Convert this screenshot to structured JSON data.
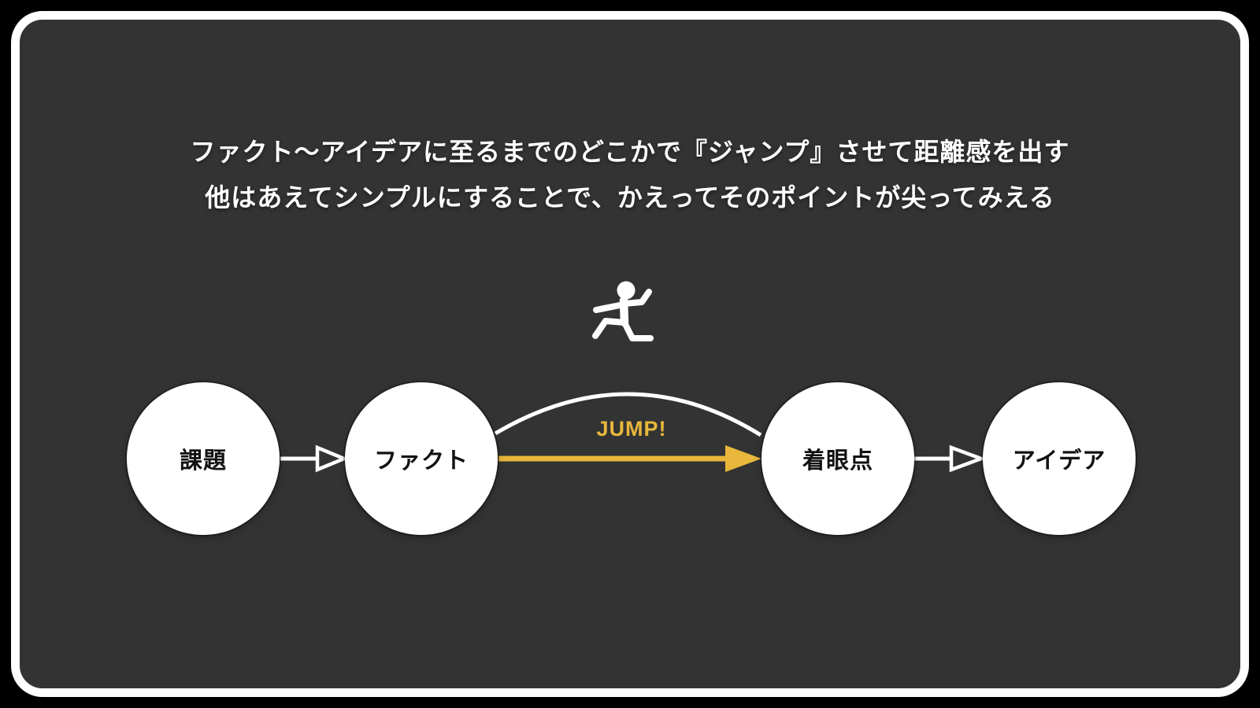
{
  "title": {
    "line1": "ファクト〜アイデアに至るまでのどこかで『ジャンプ』させて距離感を出す",
    "line2": "他はあえてシンプルにすることで、かえってそのポイントが尖ってみえる"
  },
  "diagram": {
    "nodes": [
      {
        "id": "problem",
        "label": "課題"
      },
      {
        "id": "fact",
        "label": "ファクト"
      },
      {
        "id": "focus",
        "label": "着眼点"
      },
      {
        "id": "idea",
        "label": "アイデア"
      }
    ],
    "connections": [
      {
        "from": "課題",
        "to": "ファクト",
        "style": "white-open-arrow"
      },
      {
        "from": "ファクト",
        "to": "着眼点",
        "style": "yellow-solid-arrow-with-arc",
        "label": "JUMP!"
      },
      {
        "from": "着眼点",
        "to": "アイデア",
        "style": "white-open-arrow"
      }
    ],
    "jump_label": "JUMP!",
    "icons": {
      "jump": "jumping-person-icon"
    }
  },
  "colors": {
    "background": "#000000",
    "card_background": "#333333",
    "frame_border": "#FFFFFF",
    "accent_yellow": "#E9B73C",
    "node_fill": "#FFFFFF",
    "node_text": "#111111",
    "title_text": "#FFFFFF"
  }
}
